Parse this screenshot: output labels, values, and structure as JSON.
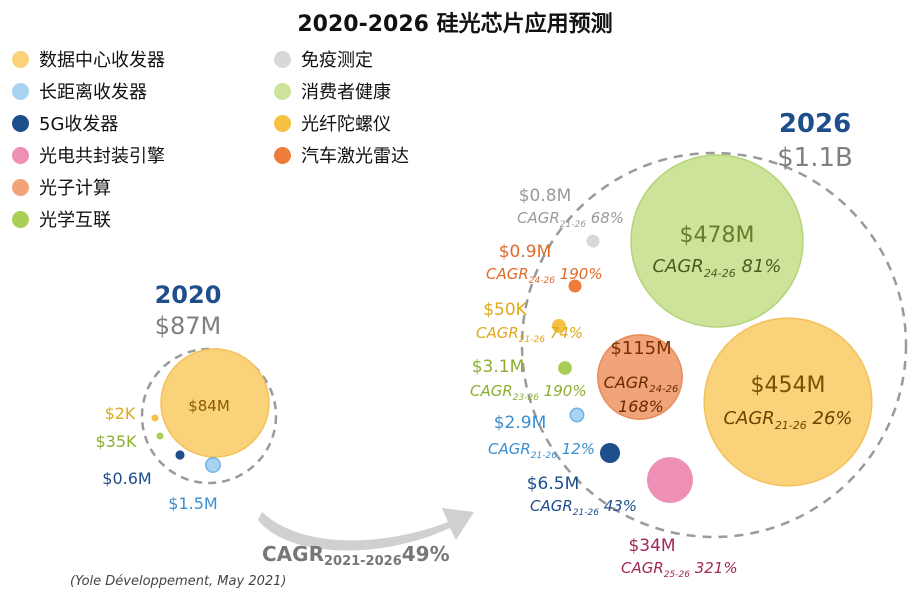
{
  "title": "2020-2026 硅光芯片应用预测",
  "source": "(Yole Développement, May 2021)",
  "colors": {
    "datacenter": "#f9d27a",
    "longhaul": "#a9d3f2",
    "fiveg": "#1f4e8c",
    "copackaged": "#ee8fb6",
    "photonic_computing": "#f1a479",
    "optical_interconnect": "#a9cf55",
    "immunoassay": "#d8d8d8",
    "consumer_health": "#cde399",
    "fog": "#f6c042",
    "lidar": "#ee7d3c",
    "arrow": "#c8c8c8",
    "year_blue": "#1f4e8c",
    "total_gray": "#808080",
    "dash": "#9a9a9a"
  },
  "legend": [
    {
      "label": "数据中心收发器",
      "color_key": "datacenter"
    },
    {
      "label": "长距离收发器",
      "color_key": "longhaul"
    },
    {
      "label": "5G收发器",
      "color_key": "fiveg"
    },
    {
      "label": "光电共封装引擎",
      "color_key": "copackaged"
    },
    {
      "label": "光子计算",
      "color_key": "photonic_computing"
    },
    {
      "label": "光学互联",
      "color_key": "optical_interconnect"
    },
    {
      "label": "免疫测定",
      "color_key": "immunoassay"
    },
    {
      "label": "消费者健康",
      "color_key": "consumer_health"
    },
    {
      "label": "光纤陀螺仪",
      "color_key": "fog"
    },
    {
      "label": "汽车激光雷达",
      "color_key": "lidar"
    }
  ],
  "cagr_overall": {
    "prefix": "CAGR",
    "sub": "2021-2026",
    "value": "49%"
  },
  "chart_data": {
    "type": "bubble",
    "title": "2020-2026 硅光芯片应用预测",
    "unit": "M",
    "groups": [
      {
        "year": "2020",
        "total_label": "$87M",
        "total_value": 87,
        "bubbles": [
          {
            "series": "数据中心收发器",
            "color_key": "datacenter",
            "value": 84,
            "value_label": "$84M",
            "cagr": null
          },
          {
            "series": "长距离收发器",
            "color_key": "longhaul",
            "value": 1.5,
            "value_label": "$1.5M",
            "cagr": null
          },
          {
            "series": "5G收发器",
            "color_key": "fiveg",
            "value": 0.6,
            "value_label": "$0.6M",
            "cagr": null
          },
          {
            "series": "光学互联",
            "color_key": "optical_interconnect",
            "value": 0.035,
            "value_label": "$35K",
            "cagr": null
          },
          {
            "series": "光纤陀螺仪",
            "color_key": "fog",
            "value": 0.002,
            "value_label": "$2K",
            "cagr": null
          }
        ]
      },
      {
        "year": "2026",
        "total_label": "$1.1B",
        "total_value": 1100,
        "bubbles": [
          {
            "series": "消费者健康",
            "color_key": "consumer_health",
            "value": 478,
            "value_label": "$478M",
            "cagr": {
              "prefix": "CAGR",
              "sub": "24-26",
              "value": "81%"
            }
          },
          {
            "series": "数据中心收发器",
            "color_key": "datacenter",
            "value": 454,
            "value_label": "$454M",
            "cagr": {
              "prefix": "CAGR",
              "sub": "21-26",
              "value": "26%"
            }
          },
          {
            "series": "光子计算",
            "color_key": "photonic_computing",
            "value": 115,
            "value_label": "$115M",
            "cagr": {
              "prefix": "CAGR",
              "sub": "24-26",
              "value": "168%"
            }
          },
          {
            "series": "光电共封装引擎",
            "color_key": "copackaged",
            "value": 34,
            "value_label": "$34M",
            "cagr": {
              "prefix": "CAGR",
              "sub": "25-26",
              "value": "321%"
            }
          },
          {
            "series": "5G收发器",
            "color_key": "fiveg",
            "value": 6.5,
            "value_label": "$6.5M",
            "cagr": {
              "prefix": "CAGR",
              "sub": "21-26",
              "value": "43%"
            }
          },
          {
            "series": "长距离收发器",
            "color_key": "longhaul",
            "value": 2.9,
            "value_label": "$2.9M",
            "cagr": {
              "prefix": "CAGR",
              "sub": "21-26",
              "value": "12%"
            }
          },
          {
            "series": "光学互联",
            "color_key": "optical_interconnect",
            "value": 3.1,
            "value_label": "$3.1M",
            "cagr": {
              "prefix": "CAGR",
              "sub": "23-26",
              "value": "190%"
            }
          },
          {
            "series": "光纤陀螺仪",
            "color_key": "fog",
            "value": 0.05,
            "value_label": "$50K",
            "cagr": {
              "prefix": "CAGR",
              "sub": "21-26",
              "value": "74%"
            }
          },
          {
            "series": "汽车激光雷达",
            "color_key": "lidar",
            "value": 0.9,
            "value_label": "$0.9M",
            "cagr": {
              "prefix": "CAGR",
              "sub": "24-26",
              "value": "190%"
            }
          },
          {
            "series": "免疫测定",
            "color_key": "immunoassay",
            "value": 0.8,
            "value_label": "$0.8M",
            "cagr": {
              "prefix": "CAGR",
              "sub": "21-26",
              "value": "68%"
            }
          }
        ]
      }
    ]
  }
}
